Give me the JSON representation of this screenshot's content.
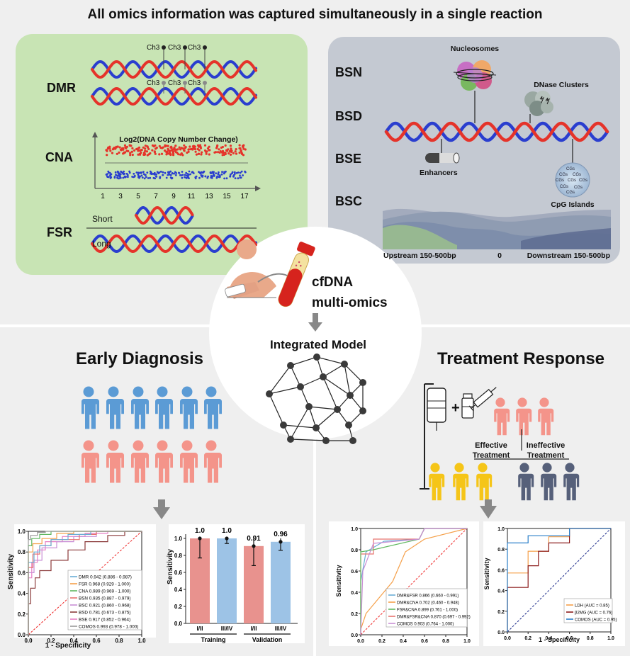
{
  "title": "All omics information was captured simultaneously in a single reaction",
  "left_panel": {
    "labels": [
      "DMR",
      "CNA",
      "FSR"
    ],
    "ch3_top": [
      "Ch3",
      "Ch3",
      "Ch3"
    ],
    "ch3_bottom": [
      "Ch3",
      "Ch3",
      "Ch3"
    ],
    "cna_axis_title": "Log2(DNA Copy Number Change)",
    "cna_ticks": [
      "1",
      "3",
      "5",
      "7",
      "9",
      "11",
      "13",
      "15",
      "17"
    ],
    "fsr_short": "Short",
    "fsr_long": "Long",
    "colors": {
      "bg": "#c8e4b4",
      "strand_red": "#e5332a",
      "strand_blue": "#2a3ecf"
    }
  },
  "right_panel": {
    "labels": [
      "BSN",
      "BSD",
      "BSE",
      "BSC"
    ],
    "nucleosomes": "Nucleosomes",
    "dnase": "DNase Clusters",
    "enhancers": "Enhancers",
    "cpg": "CpG Islands",
    "cpg_marks": [
      "CGs",
      "CGs",
      "CGs",
      "CGs",
      "CGs",
      "CGs",
      "CGs",
      "CGs",
      "CGs"
    ],
    "upstream": "Upstream 150-500bp",
    "zero": "0",
    "downstream": "Downstream 150-500bp",
    "colors": {
      "bg": "#c4c9d2"
    }
  },
  "center": {
    "cfdna_line1": "cfDNA",
    "cfdna_line2": "multi-omics",
    "integrated": "Integrated Model"
  },
  "early_diagnosis": {
    "heading": "Early Diagnosis",
    "colors": {
      "cancer": "#5b9bd5",
      "healthy": "#f4948a"
    },
    "roc": {
      "xlabel": "1 - Specificity",
      "ylabel": "Sensitivity",
      "x_ticks": [
        "0.0",
        "0.2",
        "0.4",
        "0.6",
        "0.8",
        "1.0"
      ],
      "y_ticks": [
        "0.0",
        "0.2",
        "0.4",
        "0.6",
        "0.8",
        "1.0"
      ],
      "legend": [
        {
          "name": "DMR",
          "stat": "0.942 (0.886 - 0.987)",
          "color": "#6aaed6"
        },
        {
          "name": "FSR",
          "stat": "0.968 (0.929 - 1.000)",
          "color": "#f5a04a"
        },
        {
          "name": "CNA",
          "stat": "0.989 (0.969 - 1.000)",
          "color": "#61b861"
        },
        {
          "name": "BSN",
          "stat": "0.935 (0.887 - 0.979)",
          "color": "#e8736e"
        },
        {
          "name": "BSC",
          "stat": "0.921 (0.860 - 0.968)",
          "color": "#c98fd6"
        },
        {
          "name": "BSD",
          "stat": "0.781 (0.673 - 0.875)",
          "color": "#8b3a3a"
        },
        {
          "name": "BSE",
          "stat": "0.917 (0.852 - 0.964)",
          "color": "#e77fc4"
        },
        {
          "name": "COMOS",
          "stat": "0.993 (0.978 - 1.000)",
          "color": "#999999"
        }
      ]
    },
    "bars": {
      "ylabel": "Sensitivity",
      "y_ticks": [
        "0.0",
        "0.2",
        "0.4",
        "0.6",
        "0.8",
        "1.0"
      ],
      "categories": [
        "I/II",
        "III/IV",
        "I/II",
        "III/IV"
      ],
      "values": [
        1.0,
        1.0,
        0.91,
        0.96
      ],
      "value_labels": [
        "1.0",
        "1.0",
        "0.91",
        "0.96"
      ],
      "groups": [
        "Training",
        "Validation"
      ],
      "colors": [
        "#e8928e",
        "#9dc3e6",
        "#e8928e",
        "#9dc3e6"
      ]
    }
  },
  "treatment_response": {
    "heading": "Treatment Response",
    "effective_l1": "Effective",
    "effective_l2": "Treatment",
    "ineffective_l1": "Ineffective",
    "ineffective_l2": "Treatment",
    "colors": {
      "patient": "#f4948a",
      "effective": "#f5c518",
      "ineffective": "#56607a"
    },
    "roc1": {
      "x_ticks": [
        "0.0",
        "0.2",
        "0.4",
        "0.6",
        "0.8",
        "1.0"
      ],
      "y_ticks": [
        "0.0",
        "0.2",
        "0.4",
        "0.6",
        "0.8",
        "1.0"
      ],
      "ylabel": "Sensitivity",
      "legend": [
        {
          "name": "DMR&FSR",
          "stat": "0.866 (0.660 - 0.991)",
          "color": "#6aaed6"
        },
        {
          "name": "DMR&CNA",
          "stat": "0.702 (0.460 - 0.948)",
          "color": "#f5a04a"
        },
        {
          "name": "FSR&CNA",
          "stat": "0.899 (0.761 - 1.000)",
          "color": "#61b861"
        },
        {
          "name": "DMR&FSR&CNA",
          "stat": "0.870 (0.697 - 0.992)",
          "color": "#e8736e"
        },
        {
          "name": "COMOS",
          "stat": "0.903 (0.764 - 1.000)",
          "color": "#c98fd6"
        }
      ]
    },
    "roc2": {
      "xlabel": "1 - Specificity",
      "ylabel": "Sensitivity",
      "x_ticks": [
        "0.0",
        "0.2",
        "0.4",
        "0.6",
        "0.8",
        "1.0"
      ],
      "y_ticks": [
        "0.0",
        "0.2",
        "0.4",
        "0.6",
        "0.8",
        "1.0"
      ],
      "legend": [
        {
          "name": "LDH",
          "stat": "(AUC = 0.85)",
          "color": "#f5a04a"
        },
        {
          "name": "β2MG",
          "stat": "(AUC = 0.76)",
          "color": "#8b1a1a"
        },
        {
          "name": "COMOS",
          "stat": "(AUC = 0.95)",
          "color": "#2a7fc9"
        }
      ]
    }
  }
}
